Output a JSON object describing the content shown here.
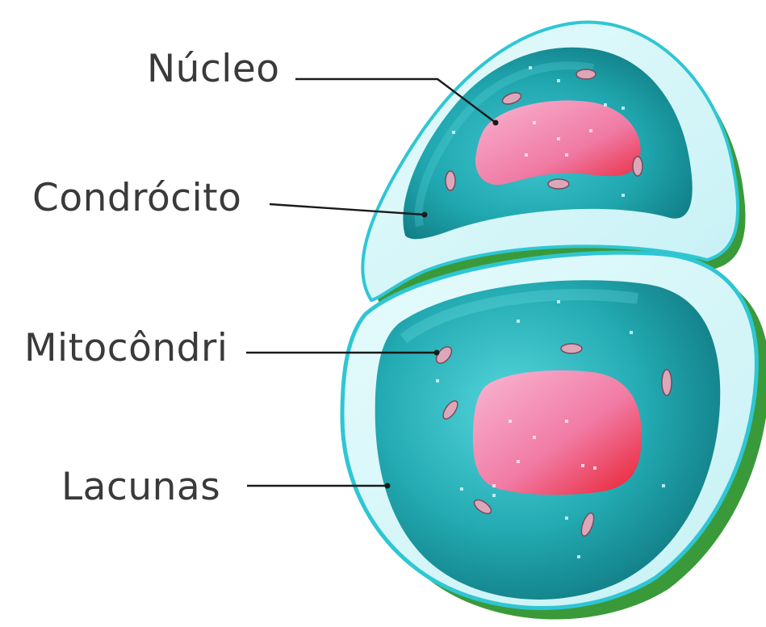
{
  "labels": {
    "nucleus": "Núcleo",
    "chondrocyte": "Condrócito",
    "mitochondria": "Mitocôndri",
    "lacunae": "Lacunas"
  },
  "colors": {
    "lacuna_fill": "#d6f7fa",
    "lacuna_outline": "#2fc6d4",
    "lacuna_shadow": "#3a9a3a",
    "cell_dark": "#137f86",
    "cell_light": "#4ad1d8",
    "nucleus_light": "#f7a9c9",
    "nucleus_dark": "#ef2f4a",
    "mitochondria": "#d9a6b8",
    "leader_line": "#1a1a1a"
  }
}
